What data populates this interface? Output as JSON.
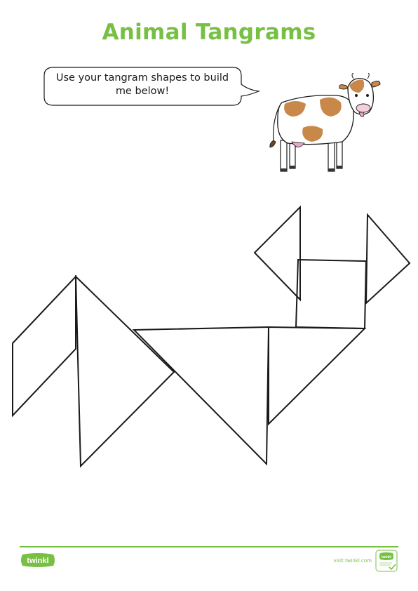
{
  "worksheet": {
    "title": "Animal Tangrams",
    "instruction": "Use your tangram shapes to build me below!",
    "animal_picture": "cow-illustration",
    "tangram_outline": "tangram-cow-outline"
  },
  "footer": {
    "logo_text": "twinkl",
    "url_text": "visit twinkl.com",
    "badge_icon": "quality-approved-badge-icon",
    "badge_text": "twinkl"
  },
  "colors": {
    "accent": "#77c043",
    "cow_patch": "#c8884a",
    "udder": "#e7a6c8",
    "outline": "#1a1a1a"
  }
}
